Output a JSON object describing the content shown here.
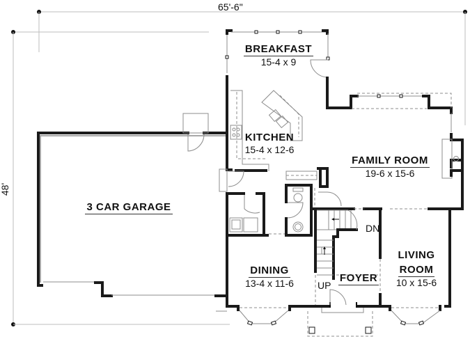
{
  "plan": {
    "overall_width": "65'-6\"",
    "overall_depth": "48'",
    "rooms": [
      {
        "name": "BREAKFAST",
        "size": "15-4 x 9"
      },
      {
        "name": "KITCHEN",
        "size": "15-4 x 12-6"
      },
      {
        "name": "FAMILY ROOM",
        "size": "19-6 x 15-6"
      },
      {
        "name": "3 CAR GARAGE",
        "size": ""
      },
      {
        "name": "DINING",
        "size": "13-4 x 11-6"
      },
      {
        "name": "FOYER",
        "size": ""
      },
      {
        "name": "LIVING",
        "name2": "ROOM",
        "size": "10 x 15-6"
      }
    ],
    "stair_labels": {
      "up": "UP",
      "down": "DN"
    },
    "colors": {
      "wall": "#1a1a1a",
      "wall_fill": "#7a7a7a",
      "thin_line": "#999999",
      "dim_line": "#bbbbbb",
      "background": "#ffffff"
    }
  }
}
